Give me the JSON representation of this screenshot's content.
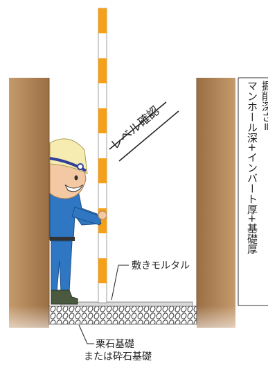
{
  "labels": {
    "level_check": "レベル確認",
    "bed_mortar": "敷きモルタル",
    "foundation_line1": "栗石基礎",
    "foundation_line2": "または砕石基礎",
    "depth_line1": "掘削深さ=",
    "depth_line2": "マンホール深+インバート厚+基礎厚"
  },
  "colors": {
    "soil": "#a6794f",
    "staff_orange": "#f5a019",
    "worker_blue": "#2f77c2",
    "helmet": "#f6ecb2",
    "gravel": "#444444"
  },
  "icons": [
    "level-staff-icon",
    "worker-icon",
    "gravel-pattern-icon"
  ]
}
